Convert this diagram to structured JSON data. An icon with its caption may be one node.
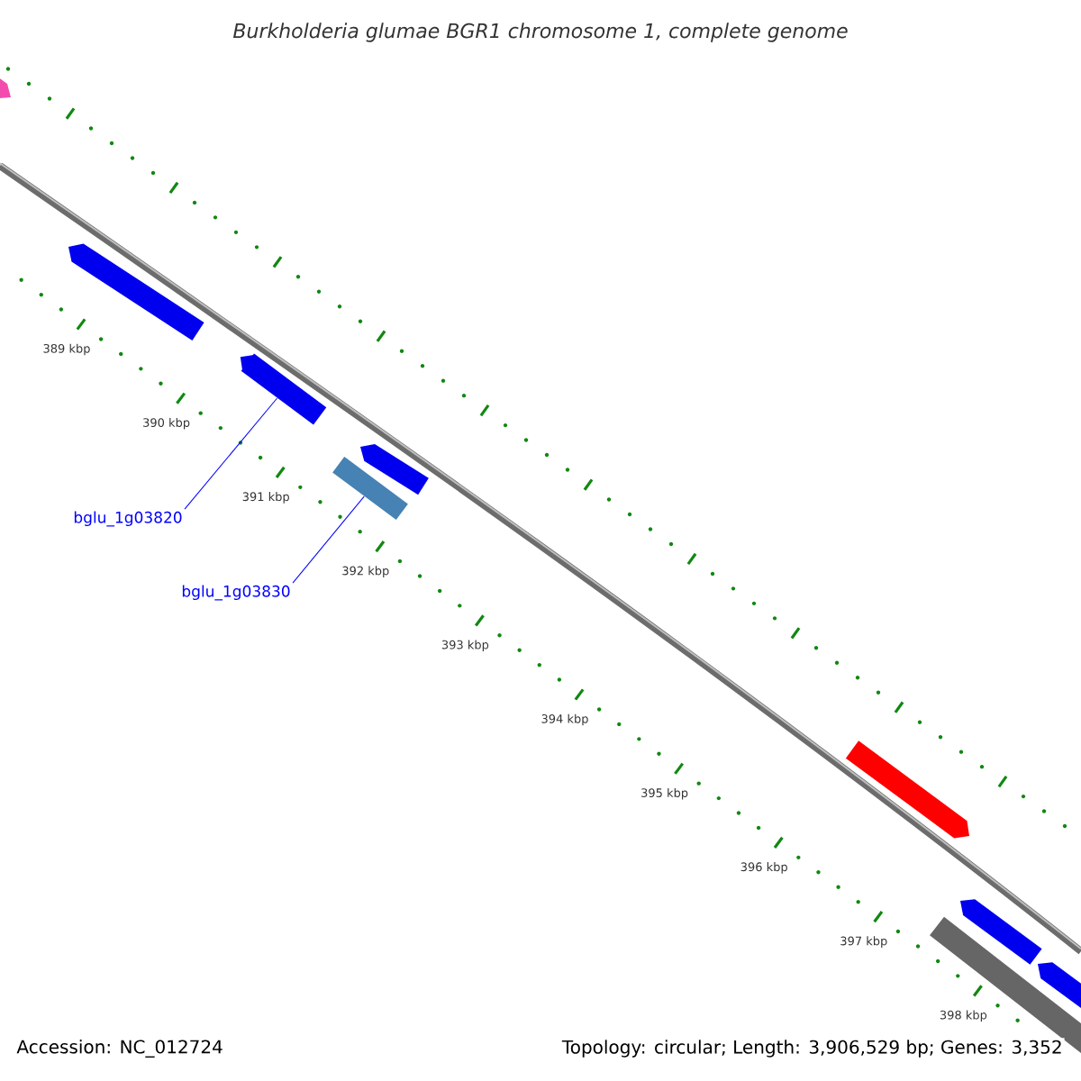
{
  "diagram": {
    "title": "Burkholderia glumae BGR1 chromosome 1, complete genome",
    "nodes": [
      {
        "text": [
          "bglu_1g03820"
        ]
      },
      {
        "text": [
          "bglu_1g03830"
        ]
      },
      {
        "text": [],
        "shape": "bar"
      },
      {
        "text": [],
        "shape": "bar"
      }
    ],
    "edges": [
      {
        "from": 0,
        "to": 2,
        "arrow": "none"
      },
      {
        "from": 1,
        "to": 3,
        "arrow": "none"
      }
    ],
    "labels": [
      "389 kbp",
      "390 kbp",
      "391 kbp",
      "392 kbp",
      "393 kbp",
      "394 kbp",
      "395 kbp",
      "396 kbp",
      "397 kbp",
      "398 kbp",
      "Accession: NC_012724",
      "Topology: circular; Length: 3,906,529 bp; Genes: 3,352"
    ]
  }
}
